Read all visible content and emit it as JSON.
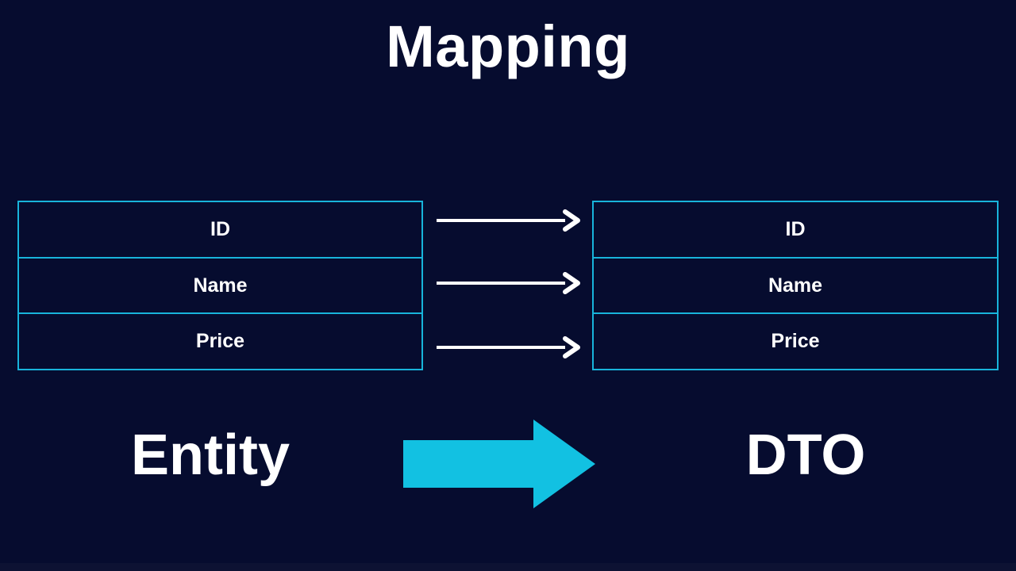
{
  "title": "Mapping",
  "colors": {
    "background": "#060c2f",
    "table_border": "#18b4db",
    "big_arrow": "#12c1e2",
    "map_arrow": "#ffffff",
    "text": "#ffffff",
    "bottom_strip": "#0d1233"
  },
  "entity_table": {
    "label": "Entity",
    "rows": [
      "ID",
      "Name",
      "Price"
    ]
  },
  "dto_table": {
    "label": "DTO",
    "rows": [
      "ID",
      "Name",
      "Price"
    ]
  },
  "mapping_arrows": [
    {
      "from": "ID",
      "to": "ID"
    },
    {
      "from": "Name",
      "to": "Name"
    },
    {
      "from": "Price",
      "to": "Price"
    }
  ]
}
